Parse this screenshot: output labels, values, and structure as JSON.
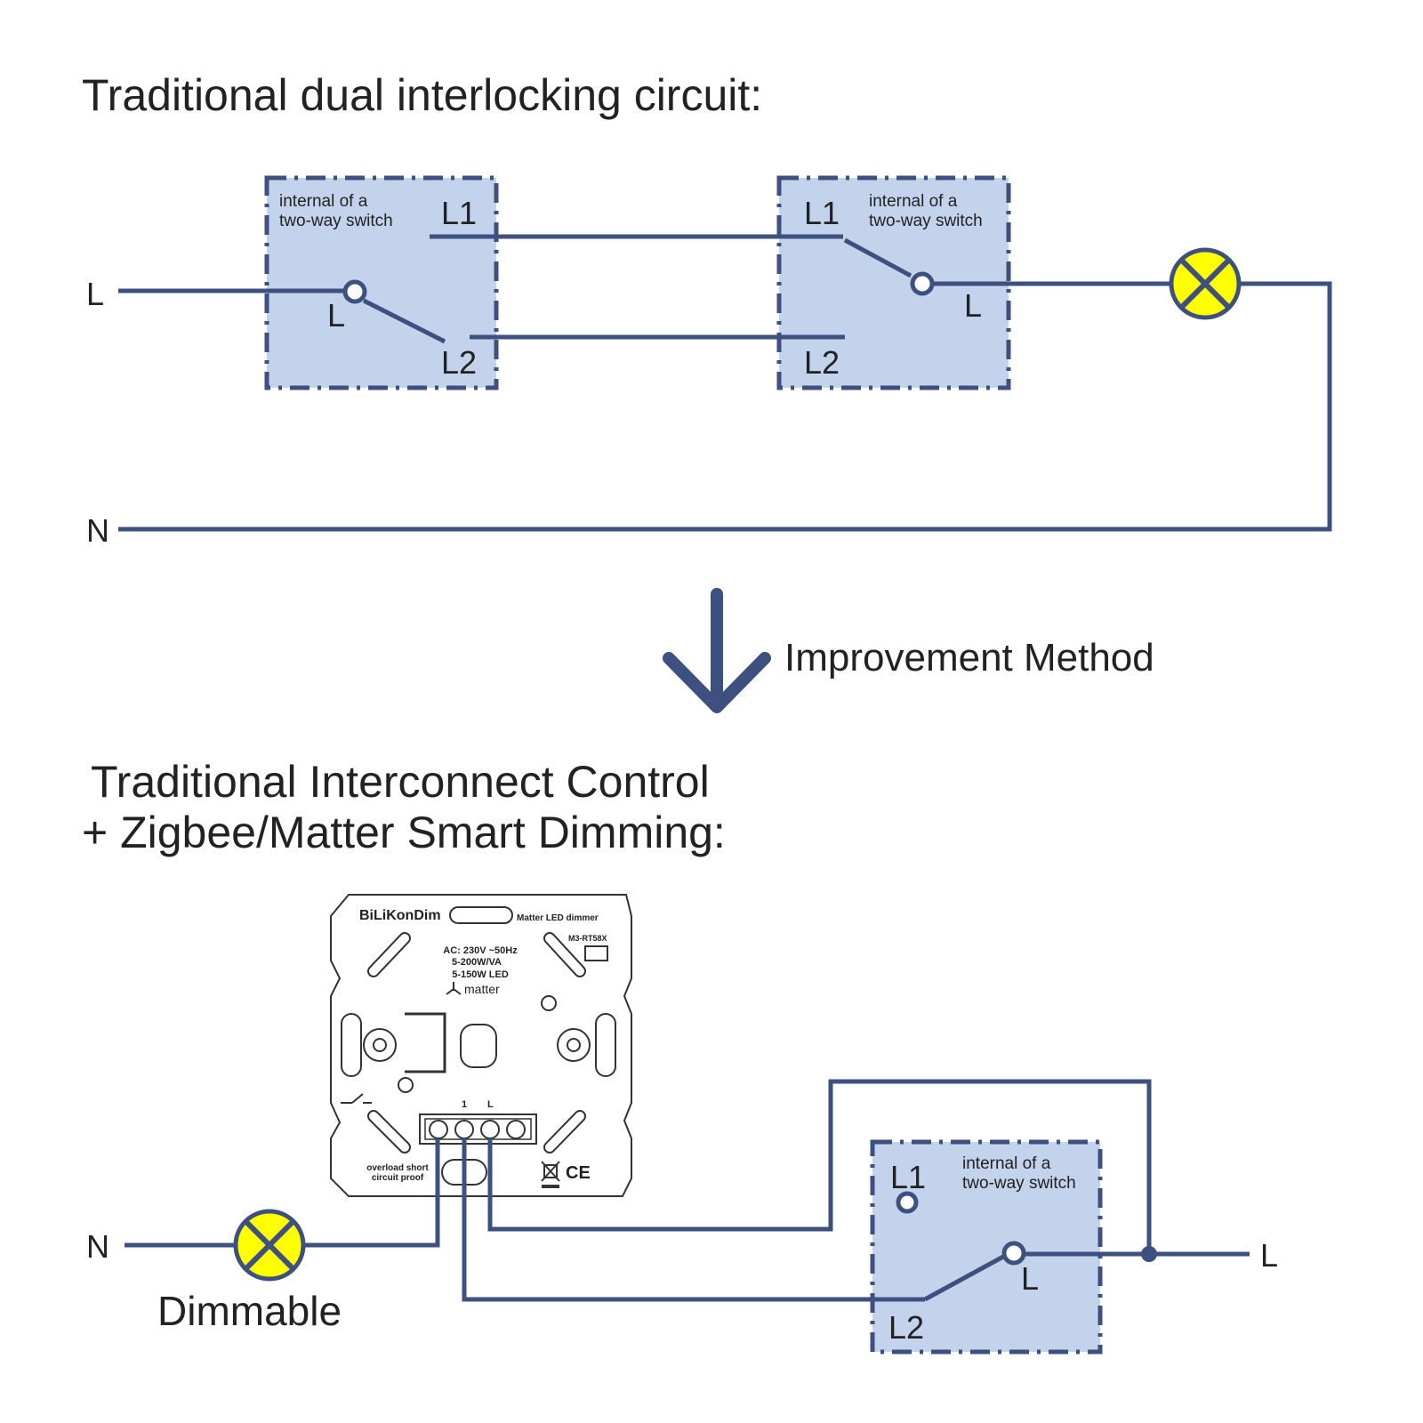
{
  "top": {
    "title": "Traditional dual interlocking circuit:",
    "line_label": "L",
    "neutral_label": "N",
    "switch1": {
      "caption": [
        "internal of a",
        "two-way switch"
      ],
      "terminal_l1": "L1",
      "terminal_l": "L",
      "terminal_l2": "L2"
    },
    "switch2": {
      "caption": [
        "internal of a",
        "two-way switch"
      ],
      "terminal_l1": "L1",
      "terminal_l": "L",
      "terminal_l2": "L2"
    }
  },
  "arrow": {
    "label": "Improvement Method"
  },
  "bottom": {
    "title_line1": "Traditional Interconnect Control",
    "title_line2": "+ Zigbee/Matter Smart Dimming:",
    "neutral_label": "N",
    "line_label": "L",
    "lamp_label": "Dimmable",
    "switch": {
      "caption": [
        "internal of a",
        "two-way switch"
      ],
      "terminal_l1": "L1",
      "terminal_l": "L",
      "terminal_l2": "L2"
    },
    "device": {
      "brand": "BiLiKonDim",
      "product": "Matter LED dimmer",
      "model": "M3-RT58X",
      "spec1": "AC: 230V ~50Hz",
      "spec2": "5-200W/VA",
      "spec3": "5-150W LED",
      "matter_logo": "matter",
      "terminal_1": "1",
      "terminal_L": "L",
      "protection_line1": "overload short",
      "protection_line2": "circuit proof",
      "cert_mark": "CE"
    }
  },
  "colors": {
    "wire": "#3d5080",
    "switch_fill": "#c3d3ec",
    "lamp_fill": "#ffff00"
  }
}
